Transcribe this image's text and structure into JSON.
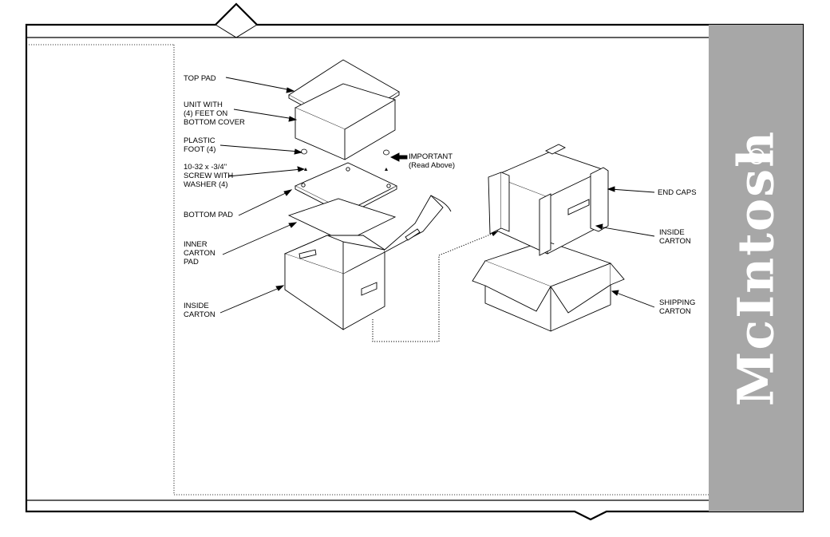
{
  "brand": {
    "name": "McIntosh",
    "reg_mark": "®"
  },
  "labels": {
    "top_pad": "TOP PAD",
    "unit_with": [
      "UNIT WITH",
      "(4) FEET ON",
      "BOTTOM COVER"
    ],
    "plastic_foot": [
      "PLASTIC",
      "FOOT (4)"
    ],
    "screw": [
      "10-32 x -3/4\"",
      "SCREW WITH",
      "WASHER (4)"
    ],
    "important": [
      "IMPORTANT",
      "(Read Above)"
    ],
    "bottom_pad": "BOTTOM PAD",
    "inner_carton_pad": [
      "INNER",
      "CARTON",
      "PAD"
    ],
    "inside_carton_left": [
      "INSIDE",
      "CARTON"
    ],
    "end_caps": "END CAPS",
    "inside_carton_right": [
      "INSIDE",
      "CARTON"
    ],
    "shipping_carton": [
      "SHIPPING",
      "CARTON"
    ]
  }
}
